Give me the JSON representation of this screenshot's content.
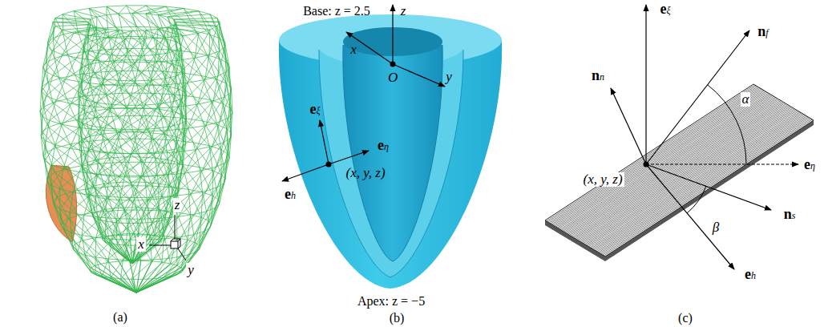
{
  "diagram": {
    "labels": [
      "z",
      "x",
      "y",
      "(a)",
      "Base: z = 2.5",
      "z",
      "x",
      "O",
      "y",
      "eξ",
      "(x, y, z)",
      "eh",
      "eη",
      "Apex: z = −5",
      "(b)",
      "eξ",
      "nn",
      "nf",
      "α",
      "(x, y, z)",
      "eη",
      "β",
      "ns",
      "eh",
      "(c)"
    ]
  }
}
